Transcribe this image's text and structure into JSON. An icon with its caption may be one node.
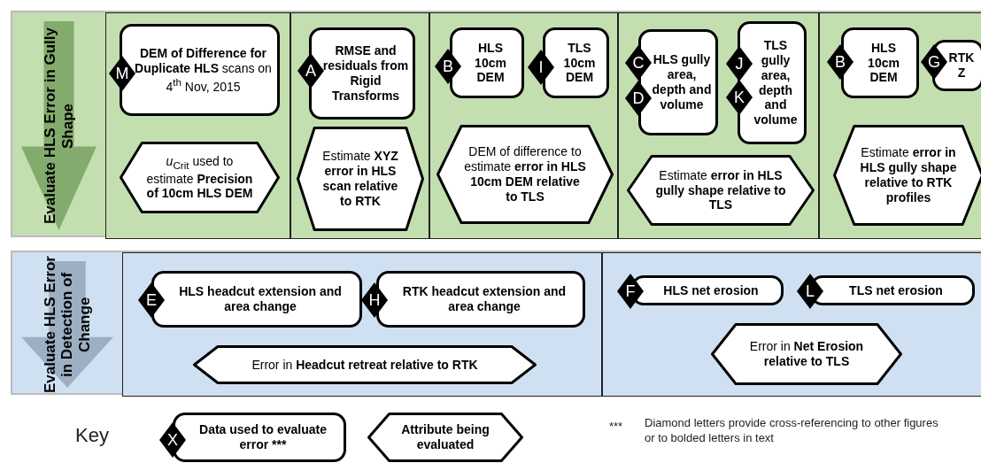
{
  "diagram": {
    "nodes": [
      {
        "text": [
          "Evaluate HLS Error in Gully Shape"
        ]
      },
      {
        "text": [],
        "shape": "box",
        "in": 0
      },
      {
        "text": [
          "M"
        ],
        "in": 1
      },
      {
        "text": [
          "**DEM of Difference for Duplicate HLS** scans on 4$^{th}$ Nov, 2015"
        ],
        "in": 1
      },
      {
        "text": [
          "*u*$_{Crit}$ used to estimate **Precision of 10cm HLS DEM**"
        ],
        "in": 1
      },
      {
        "text": [],
        "shape": "box",
        "in": 0
      },
      {
        "text": [
          "A"
        ],
        "in": 5
      },
      {
        "text": [
          "RMSE and residuals from Rigid Transforms"
        ],
        "in": 5
      },
      {
        "text": [
          "Estimate **XYZ error in HLS scan relative to RTK**"
        ],
        "in": 5
      },
      {
        "text": [],
        "shape": "box",
        "in": 0
      },
      {
        "text": [
          "B"
        ],
        "in": 9
      },
      {
        "text": [
          "HLS 10cm DEM"
        ],
        "in": 9
      },
      {
        "text": [
          "I"
        ],
        "in": 9
      },
      {
        "text": [
          "TLS 10cm DEM"
        ],
        "in": 9
      },
      {
        "text": [
          "DEM of difference to estimate **error in HLS 10cm DEM relative to TLS**"
        ],
        "in": 9
      },
      {
        "text": [],
        "shape": "box",
        "in": 0
      },
      {
        "text": [
          "C"
        ],
        "in": 15
      },
      {
        "text": [
          "D"
        ],
        "in": 15
      },
      {
        "text": [
          "HLS gully area, depth and volume"
        ],
        "in": 15
      },
      {
        "text": [
          "J"
        ],
        "in": 15
      },
      {
        "text": [
          "K"
        ],
        "in": 15
      },
      {
        "text": [
          "TLS gully area, depth and volume"
        ],
        "in": 15
      },
      {
        "text": [
          "Estimate **error in HLS gully shape relative to TLS**"
        ],
        "in": 15
      },
      {
        "text": [],
        "shape": "box",
        "in": 0
      },
      {
        "text": [
          "B"
        ],
        "in": 23
      },
      {
        "text": [
          "HLS 10cm DEM"
        ],
        "in": 23
      },
      {
        "text": [
          "G"
        ],
        "in": 23
      },
      {
        "text": [
          "RTK Z"
        ],
        "in": 23
      },
      {
        "text": [
          "Estimate **error in HLS gully shape relative to RTK profiles**"
        ],
        "in": 23
      },
      {
        "text": [
          "Evaluate HLS Error in Detection of Change"
        ]
      },
      {
        "text": [],
        "shape": "box",
        "in": 29
      },
      {
        "text": [
          "E"
        ],
        "in": 30
      },
      {
        "text": [
          "HLS headcut extension and area change"
        ],
        "in": 30
      },
      {
        "text": [
          "H"
        ],
        "in": 30
      },
      {
        "text": [
          "RTK headcut extension and area change"
        ],
        "in": 30
      },
      {
        "text": [
          "Error in **Headcut retreat relative to RTK**"
        ],
        "in": 30
      },
      {
        "text": [],
        "shape": "box",
        "in": 29
      },
      {
        "text": [
          "F"
        ],
        "in": 36
      },
      {
        "text": [
          "HLS net erosion"
        ],
        "in": 36
      },
      {
        "text": [
          "L"
        ],
        "in": 36
      },
      {
        "text": [
          "TLS net erosion"
        ],
        "in": 36
      },
      {
        "text": [
          "Error in **Net Erosion relative to TLS**"
        ],
        "in": 36
      },
      {
        "text": [
          "X"
        ]
      },
      {
        "text": [
          "Data used to evaluate error ***"
        ]
      },
      {
        "text": [
          "Attribute being evaluated"
        ]
      }
    ],
    "edges": [],
    "labels": [
      "Key",
      "***",
      "Diamond letters provide cross-referencing to other figures or to bolded letters in text"
    ]
  }
}
